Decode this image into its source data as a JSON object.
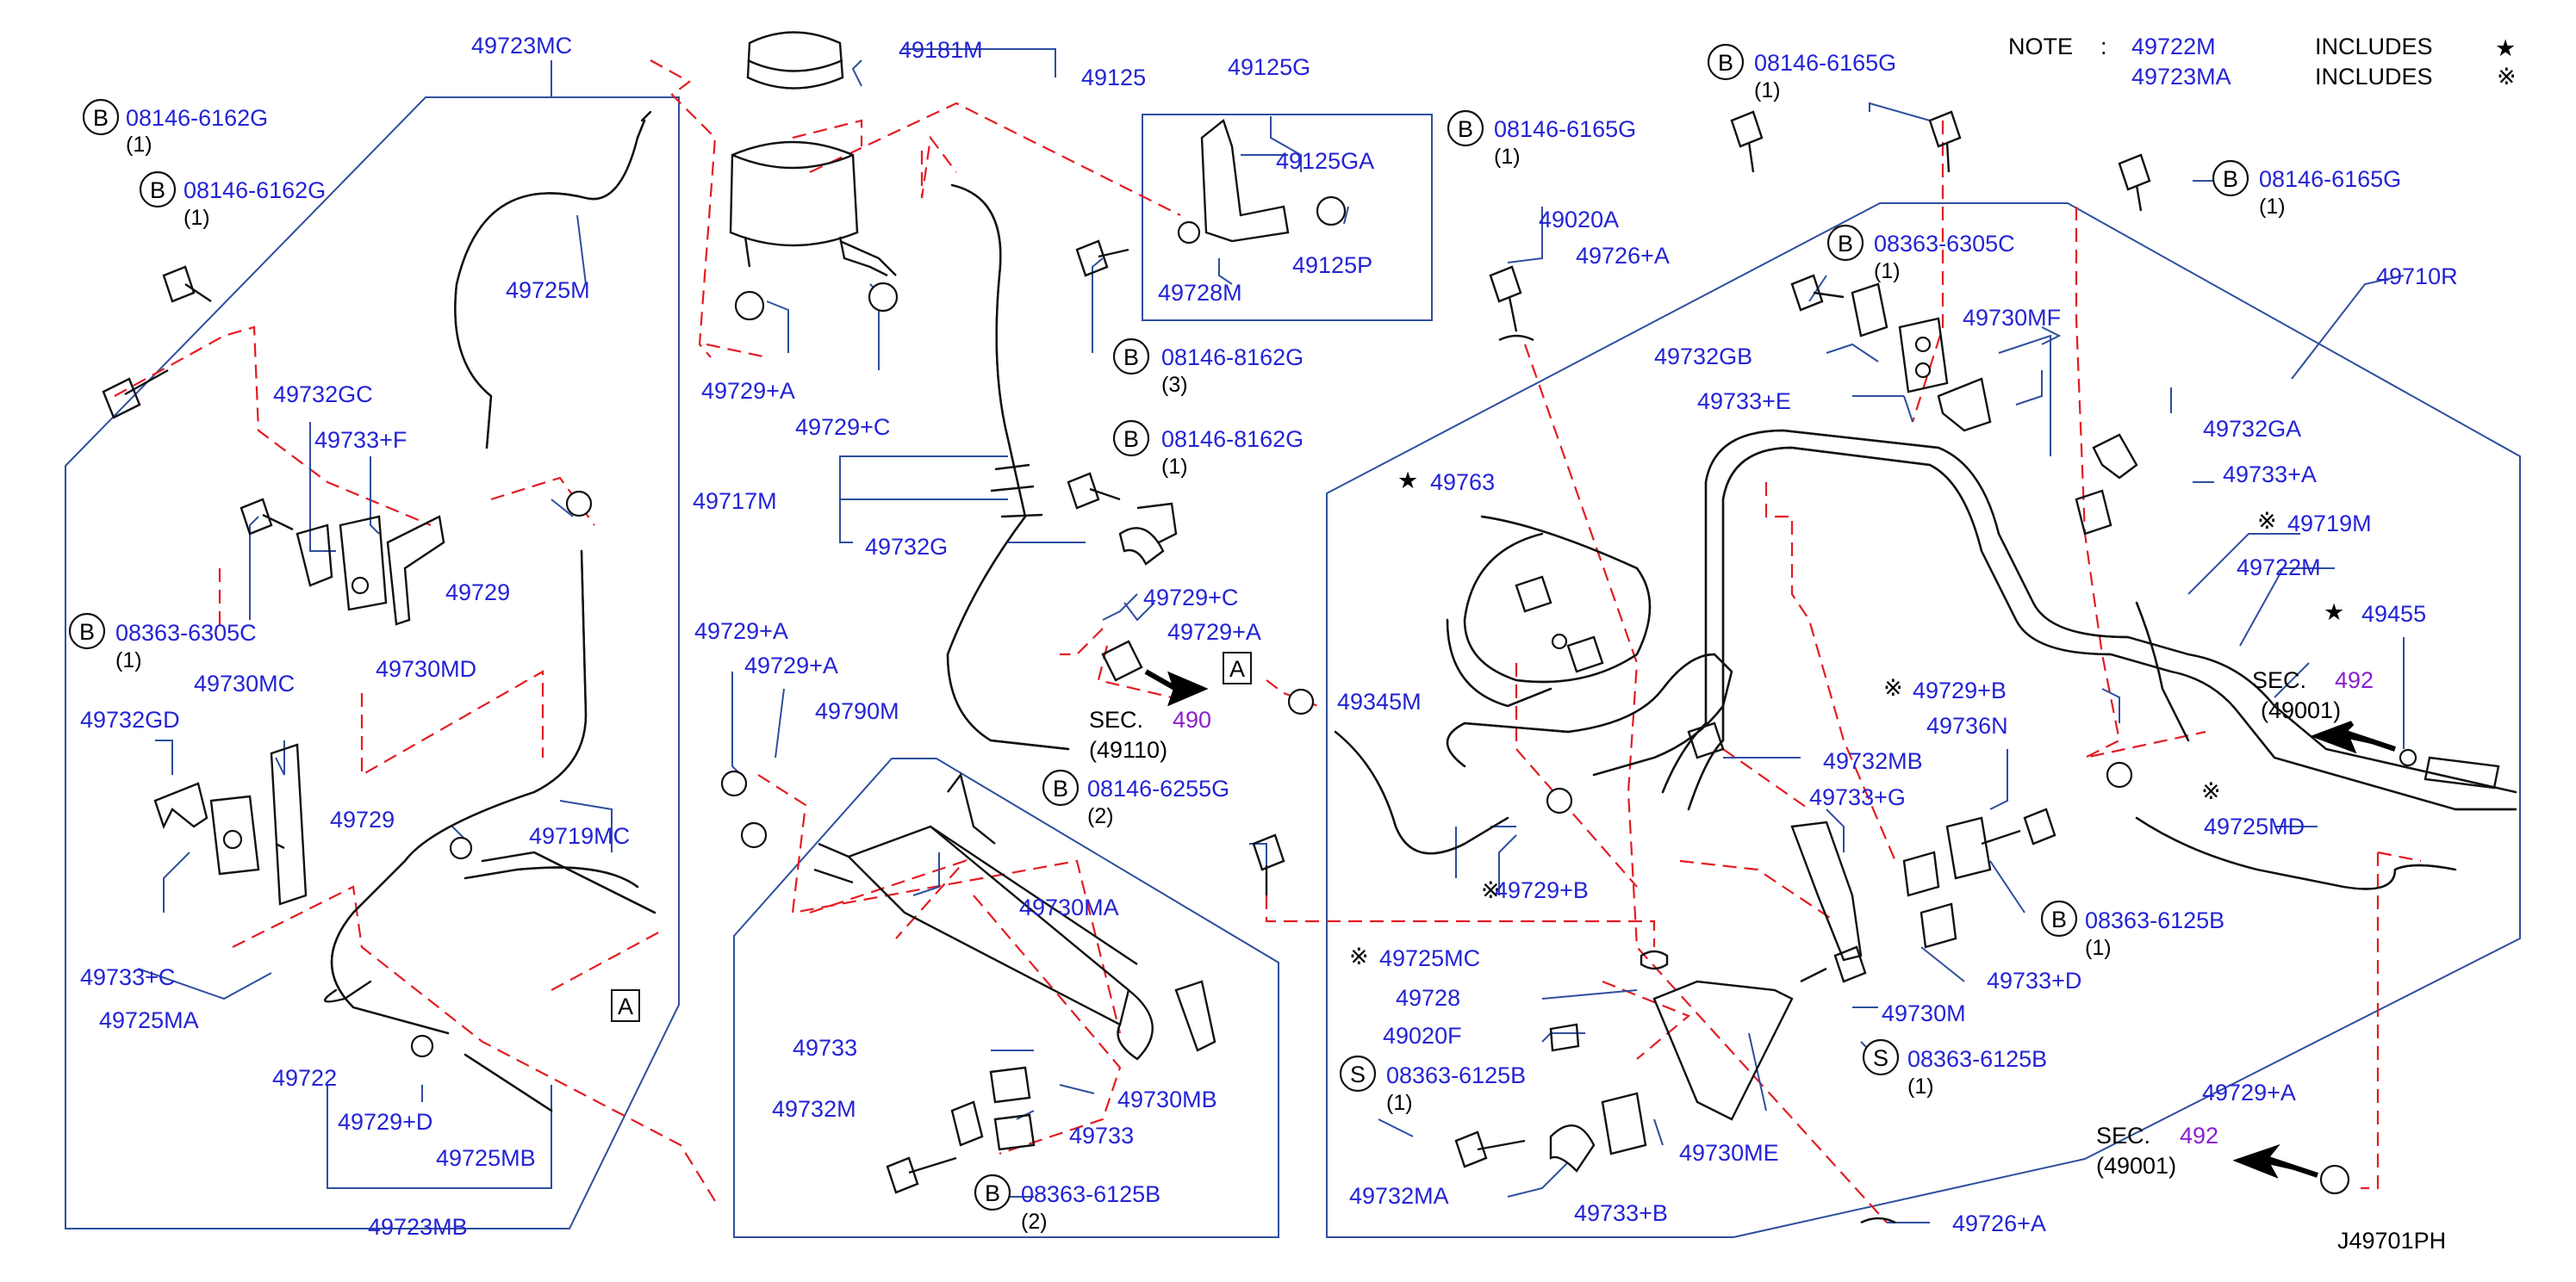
{
  "drawing_id": "J49701PH",
  "note": {
    "label": "NOTE",
    "colon": ":",
    "rows": [
      {
        "part": "49722M",
        "text": "INCLUDES",
        "mark": "★"
      },
      {
        "part": "49723MA",
        "text": "INCLUDES",
        "mark": "※"
      }
    ]
  },
  "markers": {
    "b": "B",
    "s": "S",
    "a": "A",
    "star": "★",
    "kome": "※"
  },
  "labels": {
    "p49723MC": "49723MC",
    "p08146_6162G_a": "08146-6162G",
    "p08146_6162G_b": "08146-6162G",
    "p49725M": "49725M",
    "p49732GC": "49732GC",
    "p49733F": "49733+F",
    "p49729_a": "49729",
    "p08363_6305C_a": "08363-6305C",
    "p49730MD": "49730MD",
    "p49730MC": "49730MC",
    "p49732GD": "49732GD",
    "p49729_b": "49729",
    "p49719MC": "49719MC",
    "p49733C": "49733+C",
    "p49725MA": "49725MA",
    "p49722": "49722",
    "p49729D_a": "49729+D",
    "p49725MB": "49725MB",
    "p49723MB": "49723MB",
    "p49181M": "49181M",
    "p49125": "49125",
    "p49729A_a": "49729+A",
    "p49729C_a": "49729+C",
    "p49717M": "49717M",
    "p49732G": "49732G",
    "p49729A_b": "49729+A",
    "p49729A_c": "49729+A",
    "p49790M": "49790M",
    "p49730MA": "49730MA",
    "p49733_a": "49733",
    "p49732M": "49732M",
    "p49733_b": "49733",
    "p49730MB": "49730MB",
    "p08363_6125B_a": "08363-6125B",
    "p49125G": "49125G",
    "p49125GA": "49125GA",
    "p49125P": "49125P",
    "p49728M": "49728M",
    "p08146_8162G_a": "08146-8162G",
    "p08146_8162G_b": "08146-8162G",
    "p49729C_b": "49729+C",
    "p49729A_d": "49729+A",
    "p08146_6255G": "08146-6255G",
    "p49345M": "49345M",
    "p08146_6165G_a": "08146-6165G",
    "p08146_6165G_b": "08146-6165G",
    "p08146_6165G_c": "08146-6165G",
    "p49020A": "49020A",
    "p49726A_a": "49726+A",
    "p08363_6305C_b": "08363-6305C",
    "p49732GB": "49732GB",
    "p49730MF": "49730MF",
    "p49733E": "49733+E",
    "p49710R": "49710R",
    "p49763": "49763",
    "p49732GA": "49732GA",
    "p49733A": "49733+A",
    "p49719M": "49719M",
    "p49722M": "49722M",
    "p49455": "49455",
    "p49729B_a": "49729+B",
    "p49736N": "49736N",
    "p49732MB": "49732MB",
    "p49733G": "49733+G",
    "p49725MD": "49725MD",
    "p49729B_b": "49729+B",
    "p49725MC": "49725MC",
    "p08363_6125B_b": "08363-6125B",
    "p49733D": "49733+D",
    "p49728": "49728",
    "p49020F": "49020F",
    "p49730M": "49730M",
    "p08363_6125B_c": "08363-6125B",
    "p08363_6125B_d": "08363-6125B",
    "p49730ME": "49730ME",
    "p49732MA": "49732MA",
    "p49733B": "49733+B",
    "p49726A_b": "49726+A",
    "p49729A_e": "49729+A"
  },
  "quantities": {
    "q1": "(1)",
    "q2": "(2)",
    "q3": "(3)"
  },
  "sections": {
    "sec_label": "SEC.",
    "s490": "490",
    "s49110": "(49110)",
    "s492": "492",
    "s49001": "(49001)"
  }
}
